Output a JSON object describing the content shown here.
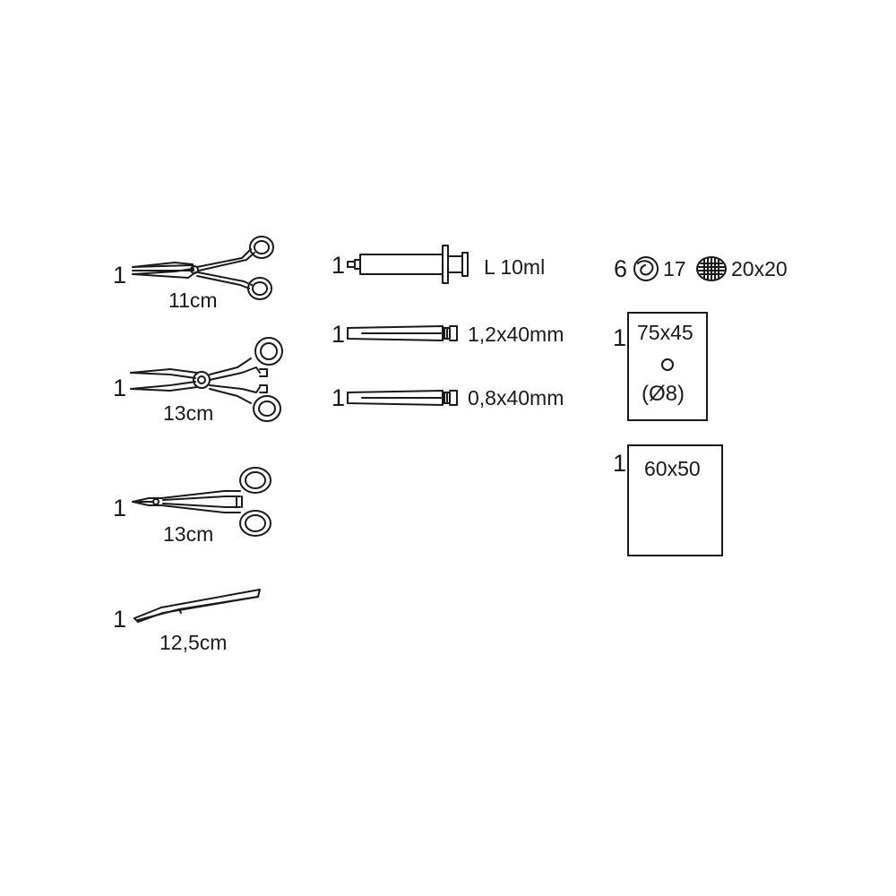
{
  "instruments": [
    {
      "name": "scissors",
      "quantity": "1",
      "size": "11cm"
    },
    {
      "name": "forceps",
      "quantity": "1",
      "size": "13cm"
    },
    {
      "name": "needle-holder",
      "quantity": "1",
      "size": "13cm"
    },
    {
      "name": "tweezers",
      "quantity": "1",
      "size": "12,5cm"
    }
  ],
  "injection": [
    {
      "name": "syringe",
      "quantity": "1",
      "size": "L 10ml"
    },
    {
      "name": "needle-large",
      "quantity": "1",
      "size": "1,2x40mm"
    },
    {
      "name": "needle-small",
      "quantity": "1",
      "size": "0,8x40mm"
    }
  ],
  "dressings": {
    "swabs": {
      "quantity": "6",
      "ball_size": "17",
      "gauze_size": "20x20"
    },
    "fenestrated_drape": {
      "quantity": "1",
      "size": "75x45",
      "hole": "(Ø8)"
    },
    "drape": {
      "quantity": "1",
      "size": "60x50"
    }
  },
  "icons": [
    "scissors-icon",
    "forceps-icon",
    "needle-holder-icon",
    "tweezers-icon",
    "syringe-icon",
    "needle-icon",
    "cotton-ball-icon",
    "gauze-swab-icon"
  ],
  "colors": {
    "line": "#1a1a1a",
    "background": "#ffffff"
  }
}
